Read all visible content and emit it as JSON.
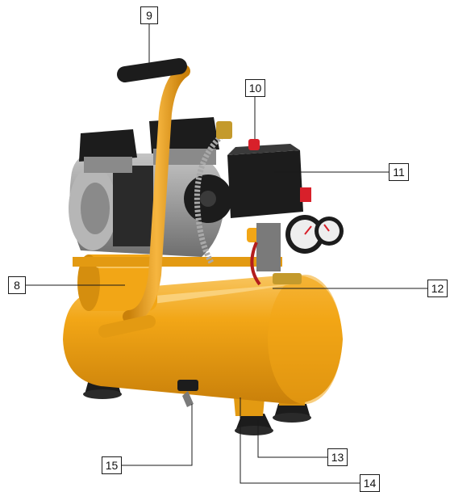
{
  "callouts": {
    "c8": "8",
    "c9": "9",
    "c10": "10",
    "c11": "11",
    "c12": "12",
    "c13": "13",
    "c14": "14",
    "c15": "15"
  },
  "colors": {
    "tank": "#f2a616",
    "tank_shadow": "#c9800a",
    "tank_highlight": "#f8c560",
    "motor_gray": "#9a9a9a",
    "dark": "#1c1c1c",
    "relief_red": "#d8202a",
    "leader": "#1a1a1a"
  }
}
